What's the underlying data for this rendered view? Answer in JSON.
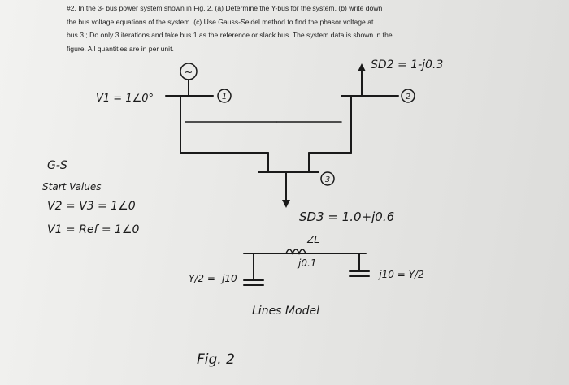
{
  "problem": {
    "lines": [
      "#2.  In the  3- bus power system shown in Fig. 2, (a) Determine the Y-bus for the system. (b) write down",
      "the bus voltage equations  of the system.  (c) Use Gauss-Seidel method to find the phasor voltage at",
      "bus 3.; Do only 3 iterations and take bus 1 as the reference or slack bus. The system data is shown in the",
      "figure. All quantities are in per unit."
    ]
  },
  "figure": {
    "generator_symbol": "~",
    "bus1_label": "1",
    "bus2_label": "2",
    "bus3_label": "3",
    "v1_label": "V1 = 1∠0°",
    "sd2_label": "SD2 = 1-j0.3",
    "sd3_label": "SD3 = 1.0+j0.6",
    "gs_title": "G-S",
    "start_values_title": "Start Values",
    "start_v2v3": "V2 = V3 = 1∠0",
    "start_v1": "V1 = Ref = 1∠0",
    "zl_label": "ZL",
    "zl_value": "j0.1",
    "shunt_left": "Y/2 = -j10",
    "shunt_right": "-j10 = Y/2",
    "model_caption": "Lines Model",
    "fig_caption": "Fig. 2"
  }
}
